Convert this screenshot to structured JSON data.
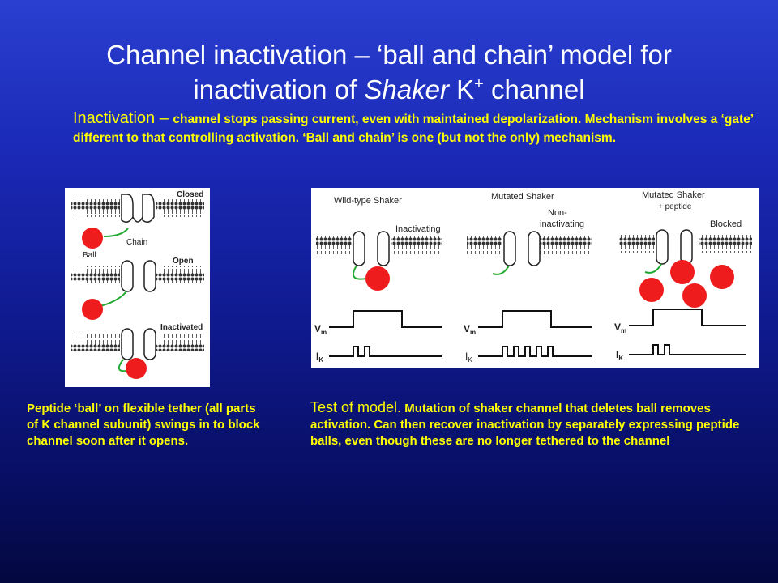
{
  "slide": {
    "title_line1": "Channel inactivation – ‘ball and chain’ model for",
    "title_line2_pre": "inactivation of ",
    "title_line2_italic": "Shaker",
    "title_line2_mid": " K",
    "title_line2_sup": "+",
    "title_line2_post": " channel",
    "intro_lead": "Inactivation – ",
    "intro_text": "channel stops passing current, even with maintained depolarization. Mechanism involves a ‘gate’ different to that controlling activation. ‘Ball and chain’ is one (but not the only) mechanism.",
    "caption_left": "Peptide ‘ball’ on flexible tether (all parts of K channel subunit) swings in to block channel soon after it opens.",
    "caption_right_lead": "Test of model.",
    "caption_right_text": "  Mutation of shaker channel that deletes ball removes activation.  Can then recover inactivation by separately expressing peptide balls, even though these are no longer tethered to the channel"
  },
  "left_figure": {
    "label_closed": "Closed",
    "label_chain": "Chain",
    "label_ball": "Ball",
    "label_open": "Open",
    "label_inactivated": "Inactivated"
  },
  "right_figure": {
    "wild_type": "Wild-type Shaker",
    "inactivating": "Inactivating",
    "mutated": "Mutated Shaker",
    "non_line1": "Non-",
    "non_line2": "inactivating",
    "mutated2": "Mutated Shaker",
    "peptide": "+ peptide",
    "blocked": "Blocked",
    "vm": "V",
    "vm_sub": "m",
    "ik": "I",
    "ik_sub": "K"
  },
  "colors": {
    "ball": "#ee1c1c",
    "chain": "#22aa33",
    "text": "#ffff00",
    "title": "#ffffff"
  }
}
